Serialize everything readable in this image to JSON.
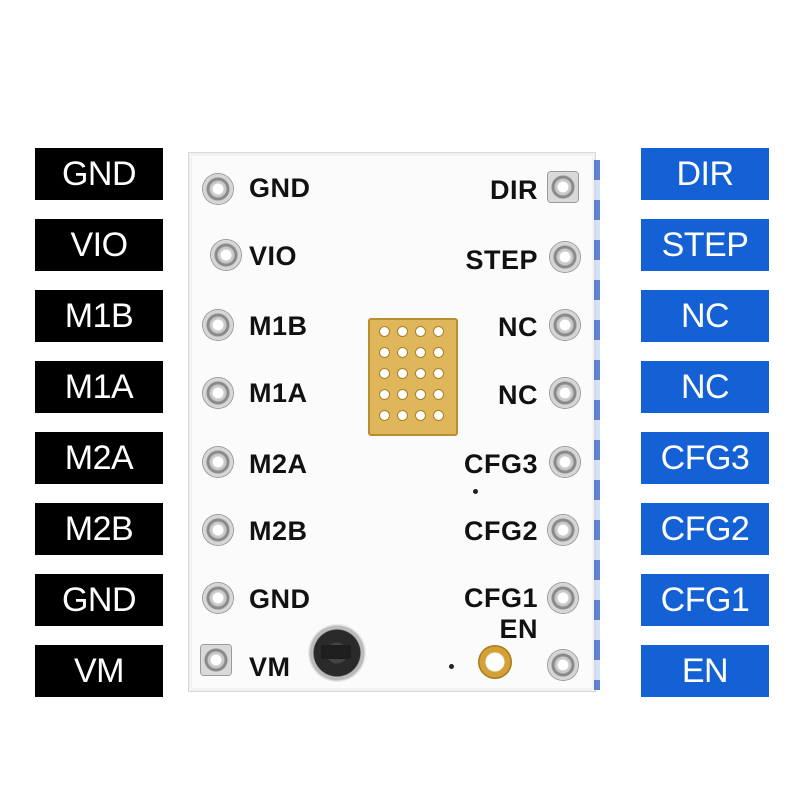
{
  "left_labels": [
    "GND",
    "VIO",
    "M1B",
    "M1A",
    "M2A",
    "M2B",
    "GND",
    "VM"
  ],
  "right_labels": [
    "DIR",
    "STEP",
    "NC",
    "NC",
    "CFG3",
    "CFG2",
    "CFG1",
    "EN"
  ],
  "board": {
    "left_silk": [
      "GND",
      "VIO",
      "M1B",
      "M1A",
      "M2A",
      "M2B",
      "GND",
      "VM"
    ],
    "right_silk": [
      "DIR",
      "STEP",
      "NC",
      "NC",
      "CFG3",
      "CFG2",
      "CFG1",
      "EN"
    ]
  },
  "colors": {
    "left_tag_bg": "#000000",
    "right_tag_bg": "#1461d6",
    "tag_text": "#ffffff",
    "board": "#fbfbfb",
    "gold": "#e0b65a"
  }
}
